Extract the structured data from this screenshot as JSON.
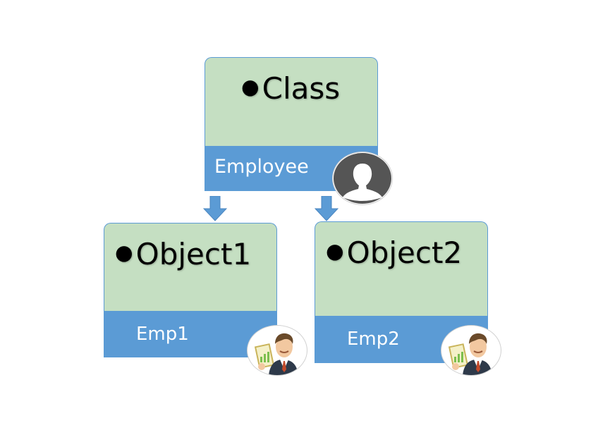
{
  "class_box": {
    "title": "Class",
    "label": "Employee",
    "icon": "user-silhouette-icon"
  },
  "objects": [
    {
      "title": "Object1",
      "label": "Emp1",
      "icon": "businessman-icon"
    },
    {
      "title": "Object2",
      "label": "Emp2",
      "icon": "businessman-icon"
    }
  ],
  "colors": {
    "box_fill": "#c5dfc2",
    "box_border": "#5b9bd5",
    "label_band": "#5b9bd5",
    "label_text": "#ffffff",
    "arrow": "#5b9bd5",
    "silhouette": "#555555"
  }
}
